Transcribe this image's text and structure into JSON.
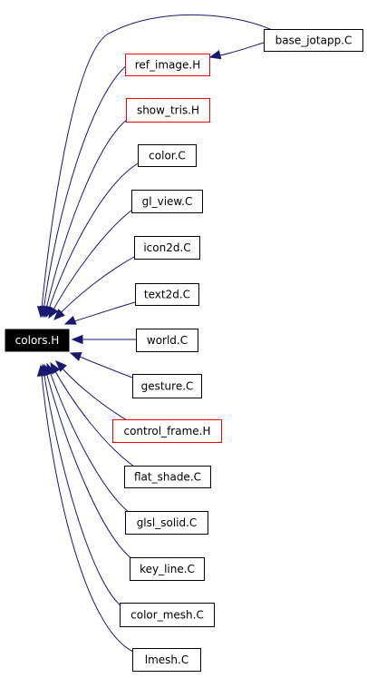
{
  "graph": {
    "root": {
      "label": "colors.H",
      "kind": "root"
    },
    "includers": [
      {
        "label": "base_jotapp.C",
        "kind": "file"
      },
      {
        "label": "ref_image.H",
        "kind": "header"
      },
      {
        "label": "show_tris.H",
        "kind": "header"
      },
      {
        "label": "color.C",
        "kind": "file"
      },
      {
        "label": "gl_view.C",
        "kind": "file"
      },
      {
        "label": "icon2d.C",
        "kind": "file"
      },
      {
        "label": "text2d.C",
        "kind": "file"
      },
      {
        "label": "world.C",
        "kind": "file"
      },
      {
        "label": "gesture.C",
        "kind": "file"
      },
      {
        "label": "control_frame.H",
        "kind": "header"
      },
      {
        "label": "flat_shade.C",
        "kind": "file"
      },
      {
        "label": "glsl_solid.C",
        "kind": "file"
      },
      {
        "label": "key_line.C",
        "kind": "file"
      },
      {
        "label": "color_mesh.C",
        "kind": "file"
      },
      {
        "label": "lmesh.C",
        "kind": "file"
      }
    ],
    "extra_edges": [
      {
        "from": "base_jotapp.C",
        "to": "ref_image.H"
      }
    ],
    "colors": {
      "edge": "#191970",
      "root_fill": "#000000",
      "root_text": "#ffffff",
      "file_border": "#000000",
      "header_border": "#ff0000",
      "background": "#ffffff"
    }
  }
}
